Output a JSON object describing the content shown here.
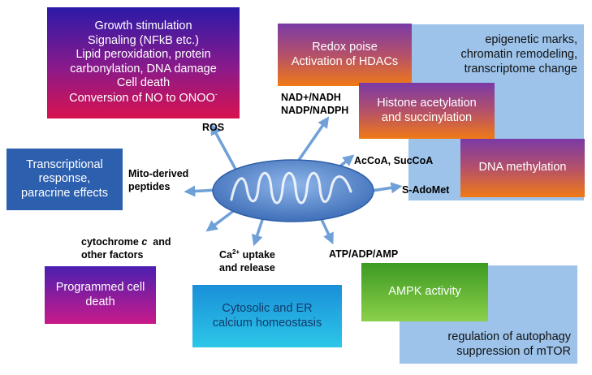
{
  "ros_box": {
    "lines": [
      "Growth stimulation",
      "Signaling (NFkB etc.)",
      "Lipid peroxidation, protein",
      "carbonylation, DNA damage",
      "Cell death"
    ],
    "last_line": "Conversion of NO to ONOO",
    "last_line_sup": "-"
  },
  "epigenetic_panel": {
    "lines": [
      "epigenetic marks,",
      "chromatin remodeling,",
      "transcriptome change"
    ]
  },
  "redox_box": {
    "lines": [
      "Redox poise",
      "Activation of HDACs"
    ]
  },
  "histone_box": {
    "lines": [
      "Histone acetylation",
      "and succinylation"
    ]
  },
  "dna_box": {
    "label": "DNA methylation"
  },
  "transcription_box": {
    "lines": [
      "Transcriptional",
      "response,",
      "paracrine effects"
    ]
  },
  "programmed_box": {
    "lines": [
      "Programmed cell",
      "death"
    ]
  },
  "calcium_box": {
    "lines": [
      "Cytosolic and ER",
      "calcium homeostasis"
    ]
  },
  "ampk_box": {
    "label": "AMPK activity"
  },
  "autophagy_panel": {
    "lines": [
      "regulation of autophagy",
      "suppression of mTOR"
    ]
  },
  "labels": {
    "ros": "ROS",
    "nad": [
      "NAD+/NADH",
      "NADP/NADPH"
    ],
    "acoa": "AcCoA, SucCoA",
    "sadomet": "S-AdoMet",
    "mito_peptides": [
      "Mito-derived",
      "peptides"
    ],
    "cyto_c": {
      "prefix": "cytochrome ",
      "italic": "c",
      "suffix": "  and",
      "line2": "other factors"
    },
    "calcium": {
      "prefix": "Ca",
      "sup": "2+",
      "suffix": " uptake",
      "line2": "and release"
    },
    "atp": "ATP/ADP/AMP"
  },
  "colors": {
    "arrow": "#6fa0d8",
    "mito_fill": "#4f7fc4",
    "panel_blue": "#9dc3ea",
    "box_purple_red": [
      "#2b1aa8",
      "#d8124f"
    ],
    "box_purple_orange": [
      "#7a3aa6",
      "#f07a16"
    ],
    "box_blue": "#2c5fae",
    "box_purple_magenta": [
      "#4b1fb0",
      "#c91a8a"
    ],
    "box_cyan": [
      "#1aa0e0",
      "#2cc7e8"
    ],
    "box_green": [
      "#3c9a22",
      "#8cd04b"
    ]
  }
}
